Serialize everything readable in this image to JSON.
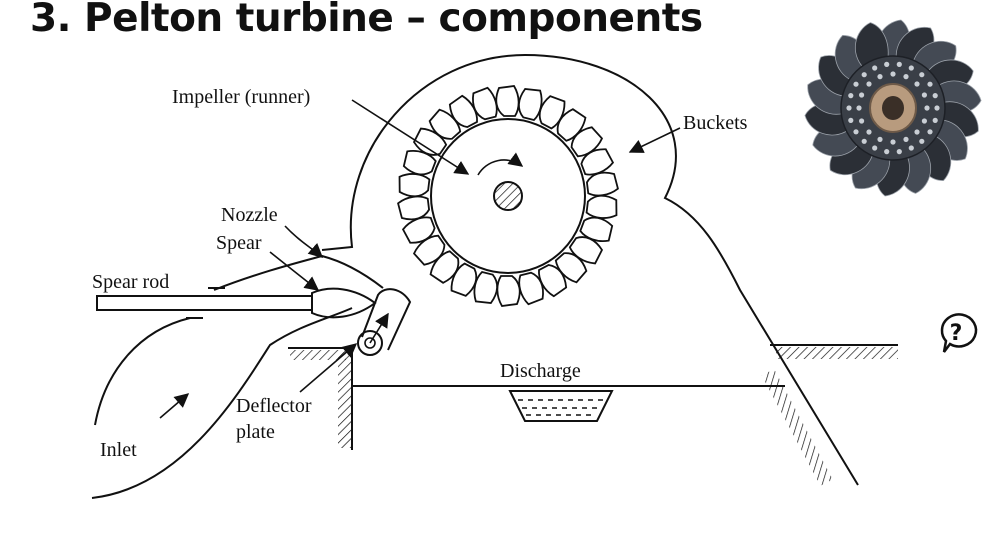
{
  "slide": {
    "title": "3. Pelton turbine – components"
  },
  "diagram": {
    "labels": {
      "impeller": "Impeller (runner)",
      "buckets": "Buckets",
      "nozzle": "Nozzle",
      "spear": "Spear",
      "spear_rod": "Spear rod",
      "discharge": "Discharge",
      "deflector_line1": "Deflector",
      "deflector_line2": "plate",
      "inlet": "Inlet"
    }
  },
  "photo": {
    "subject": "Pelton wheel runner photo",
    "colors": {
      "metal_dark": "#2b2f36",
      "metal_light": "#9aa0a8",
      "hub": "#b89b7e"
    }
  },
  "help_button": {
    "icon": "question-mark-icon"
  },
  "colors": {
    "ink": "#111111",
    "background": "#ffffff"
  }
}
